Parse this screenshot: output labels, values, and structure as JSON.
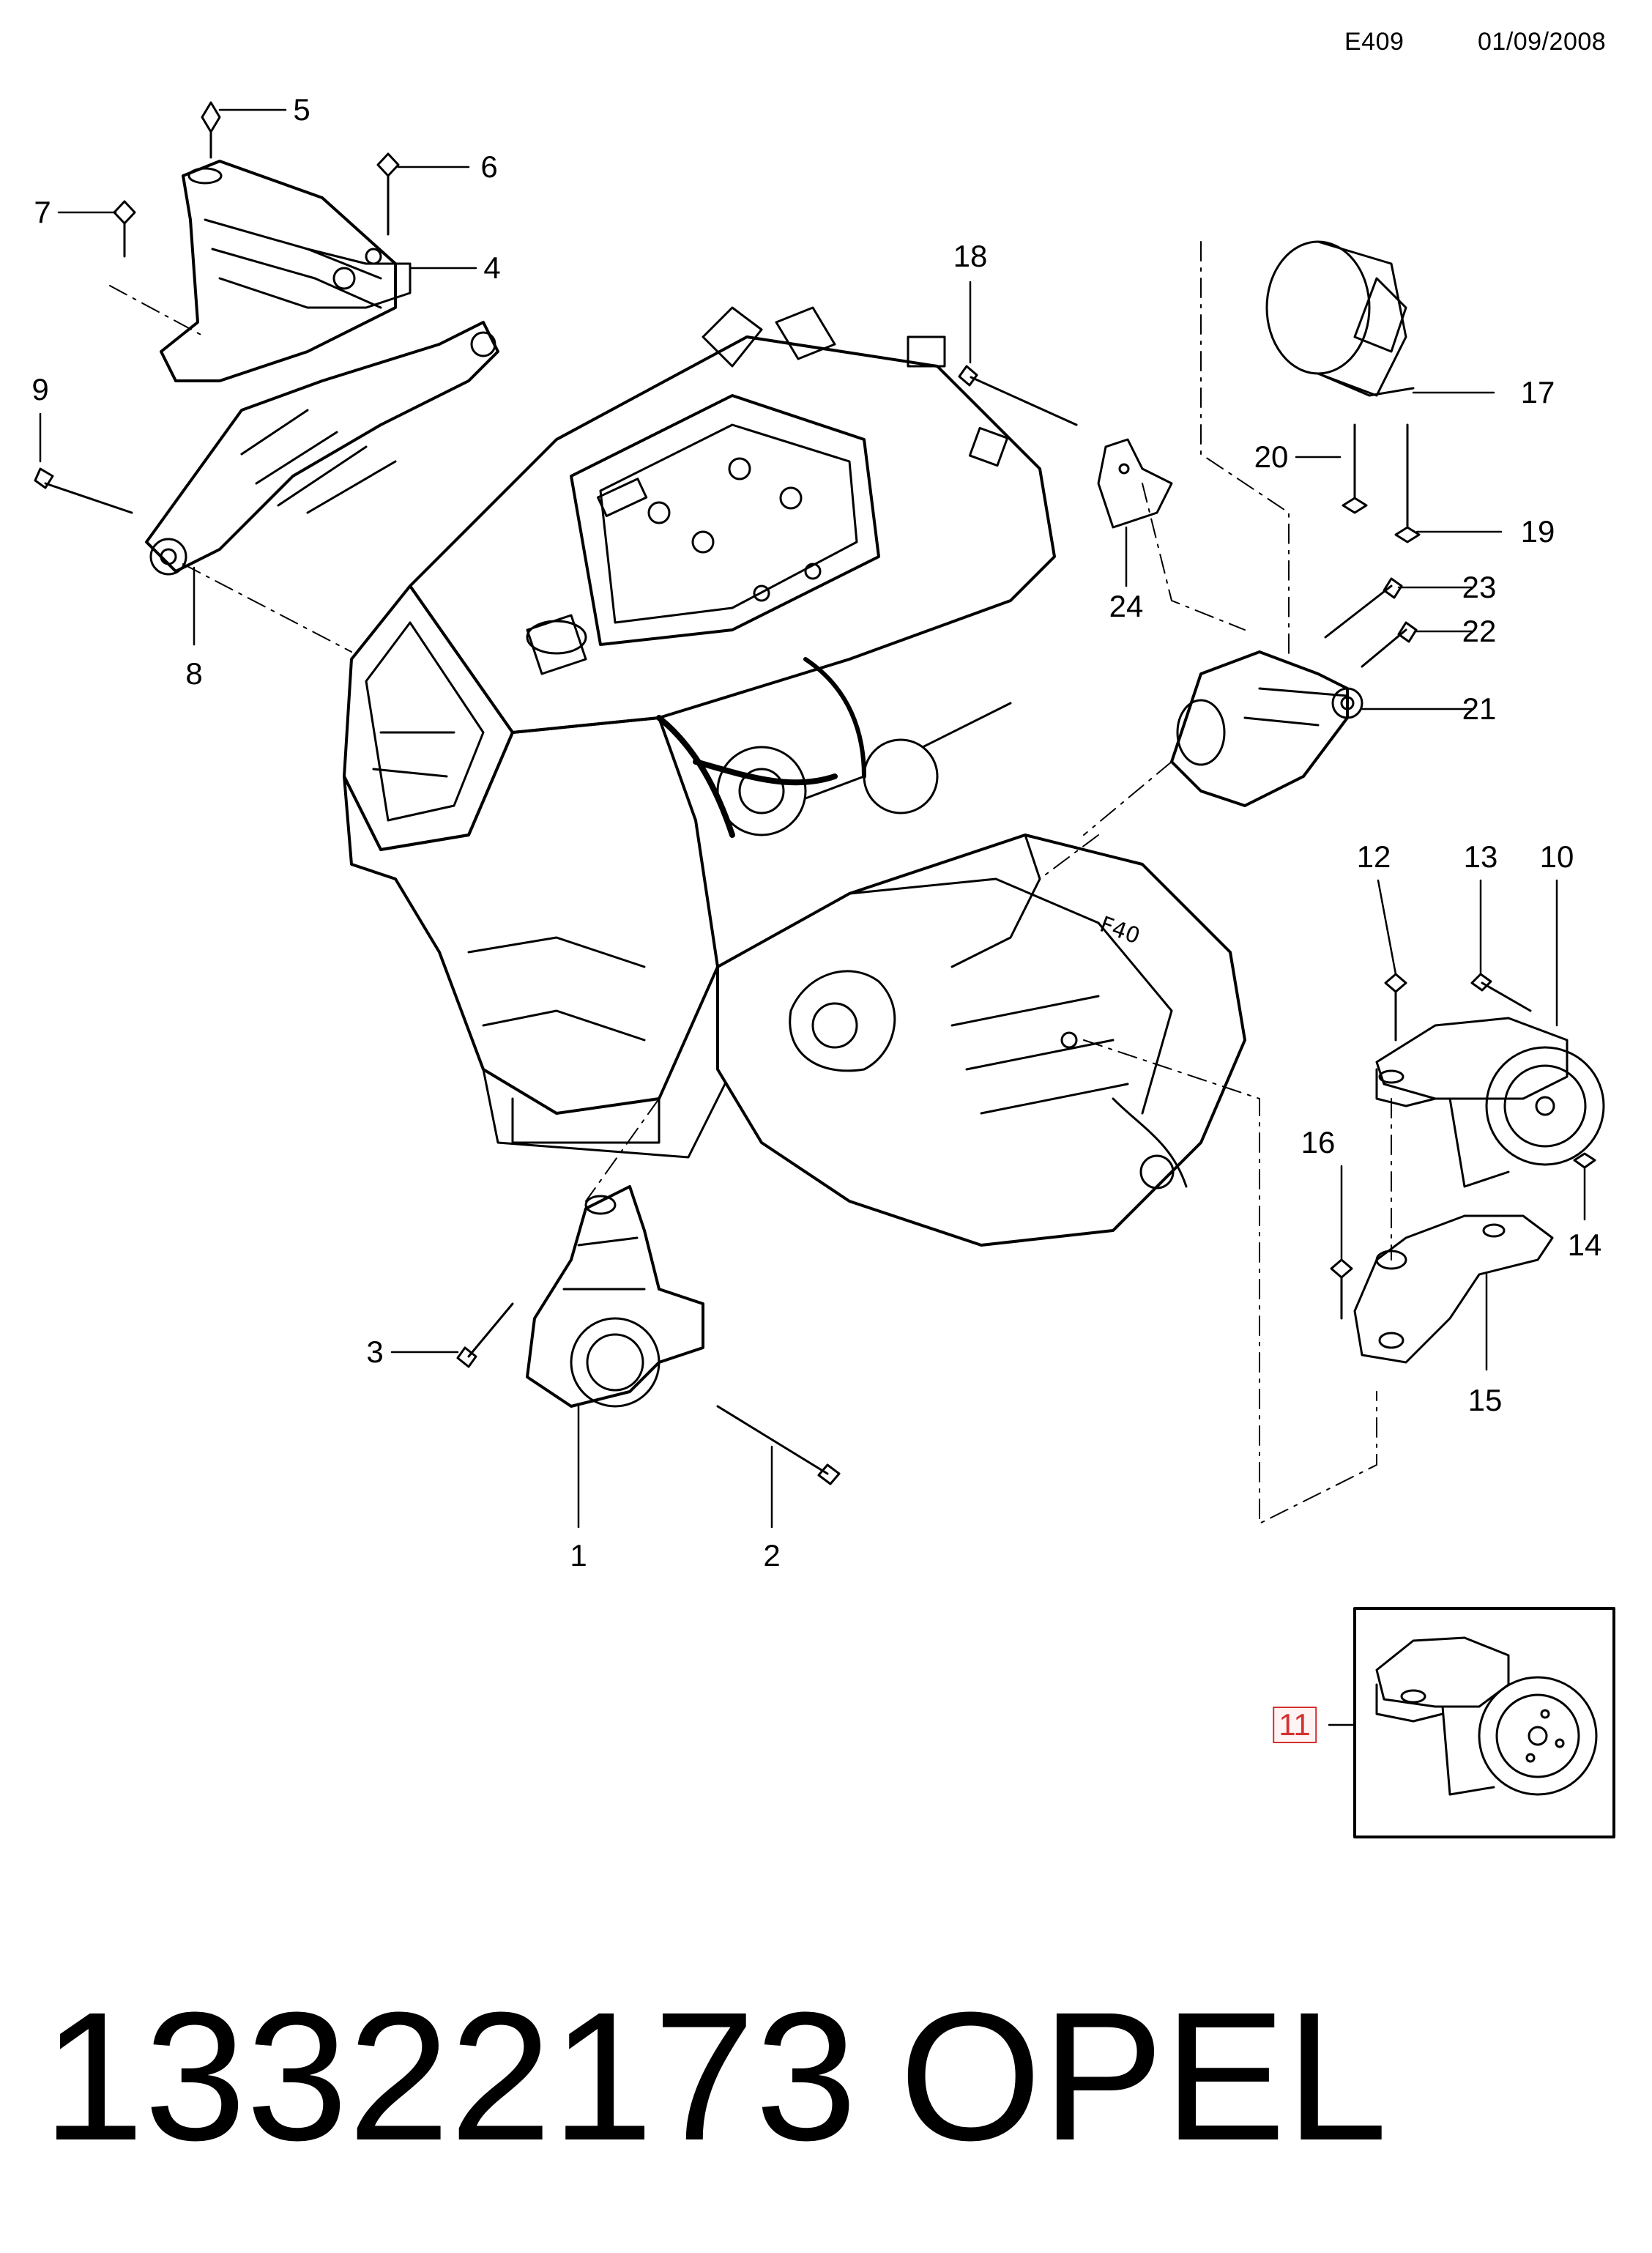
{
  "header": {
    "code": "E409",
    "date": "01/09/2008"
  },
  "callouts": {
    "c1": "1",
    "c2": "2",
    "c3": "3",
    "c4": "4",
    "c5": "5",
    "c6": "6",
    "c7": "7",
    "c8": "8",
    "c9": "9",
    "c10": "10",
    "c11": "11",
    "c12": "12",
    "c13": "13",
    "c14": "14",
    "c15": "15",
    "c16": "16",
    "c17": "17",
    "c18": "18",
    "c19": "19",
    "c20": "20",
    "c21": "21",
    "c22": "22",
    "c23": "23",
    "c24": "24"
  },
  "inset": {
    "highlighted_callout": "11"
  },
  "footer": {
    "part_number": "13322173",
    "brand": "OPEL"
  },
  "colors": {
    "line": "#000000",
    "highlight": "#d43030",
    "background": "#ffffff"
  }
}
